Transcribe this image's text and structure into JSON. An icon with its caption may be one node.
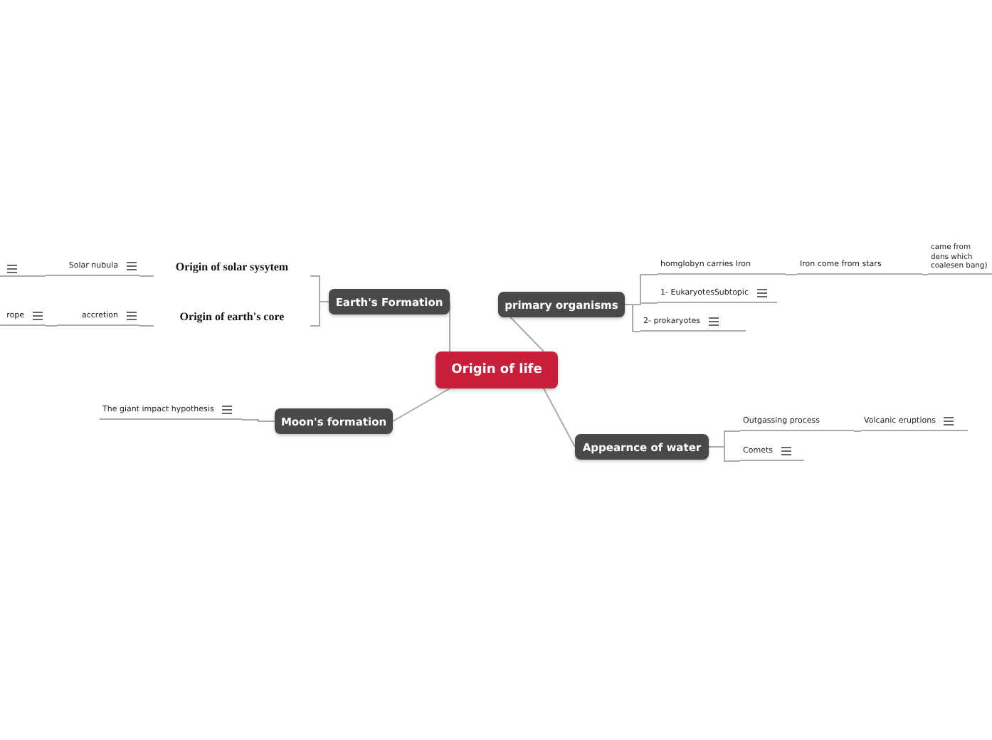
{
  "diagram": {
    "nodes": [
      {
        "text": [
          "Origin of life"
        ]
      },
      {
        "text": [
          "Earth's Formation"
        ]
      },
      {
        "text": [
          "Origin of solar sysytem"
        ]
      },
      {
        "text": [
          "Solar nubula"
        ]
      },
      {
        "text": [
          "Origin of earth's core"
        ]
      },
      {
        "text": [
          "accretion"
        ]
      },
      {
        "text": [
          "rope"
        ]
      },
      {
        "text": [
          "Moon's formation"
        ]
      },
      {
        "text": [
          "The giant impact hypothesis"
        ]
      },
      {
        "text": [
          "primary organisms"
        ]
      },
      {
        "text": [
          "homglobyn carries Iron"
        ]
      },
      {
        "text": [
          "Iron come from stars"
        ]
      },
      {
        "text": [
          "came from dens which coalesen bang)"
        ]
      },
      {
        "text": [
          "1- EukaryotesSubtopic"
        ]
      },
      {
        "text": [
          "2- prokaryotes"
        ]
      },
      {
        "text": [
          "Appearnce of water"
        ]
      },
      {
        "text": [
          "Outgassing process"
        ]
      },
      {
        "text": [
          "Volcanic eruptions"
        ]
      },
      {
        "text": [
          "Comets"
        ]
      }
    ],
    "edges": [
      {
        "from": 0,
        "to": 1,
        "arrow": "none"
      },
      {
        "from": 1,
        "to": 2,
        "arrow": "none"
      },
      {
        "from": 2,
        "to": 3,
        "arrow": "none"
      },
      {
        "from": 1,
        "to": 4,
        "arrow": "none"
      },
      {
        "from": 4,
        "to": 5,
        "arrow": "none"
      },
      {
        "from": 5,
        "to": 6,
        "arrow": "none"
      },
      {
        "from": 0,
        "to": 7,
        "arrow": "none"
      },
      {
        "from": 7,
        "to": 8,
        "arrow": "none"
      },
      {
        "from": 0,
        "to": 9,
        "arrow": "none"
      },
      {
        "from": 9,
        "to": 10,
        "arrow": "none"
      },
      {
        "from": 10,
        "to": 11,
        "arrow": "none"
      },
      {
        "from": 11,
        "to": 12,
        "arrow": "none"
      },
      {
        "from": 9,
        "to": 13,
        "arrow": "none"
      },
      {
        "from": 9,
        "to": 14,
        "arrow": "none"
      },
      {
        "from": 0,
        "to": 15,
        "arrow": "none"
      },
      {
        "from": 15,
        "to": 16,
        "arrow": "none"
      },
      {
        "from": 16,
        "to": 17,
        "arrow": "none"
      },
      {
        "from": 15,
        "to": 18,
        "arrow": "none"
      }
    ]
  }
}
